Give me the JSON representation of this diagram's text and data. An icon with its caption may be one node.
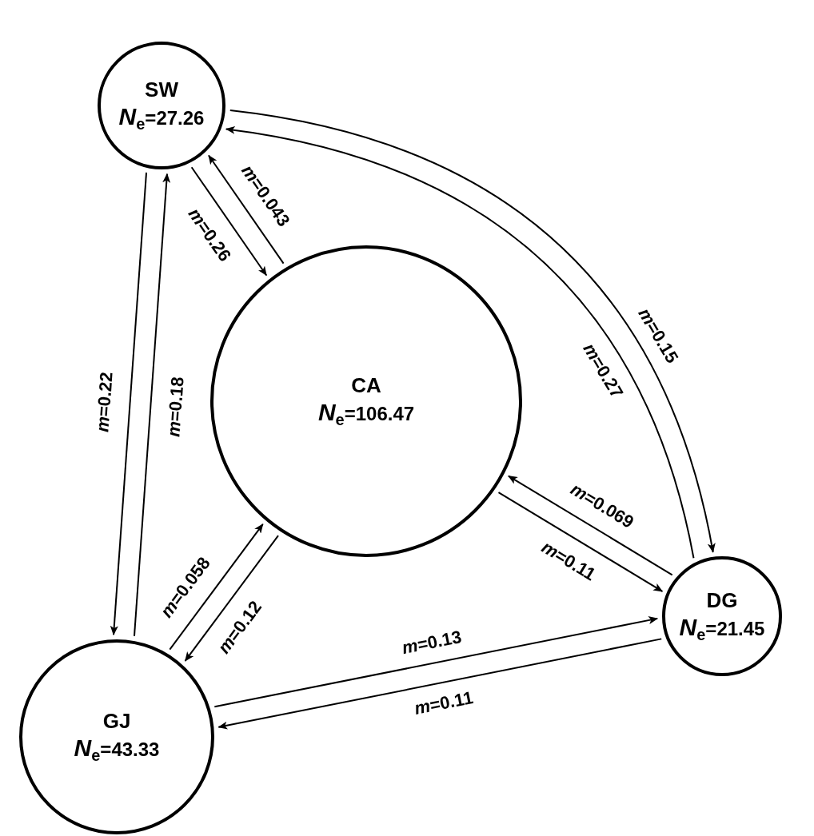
{
  "diagram": {
    "nodes": [
      {
        "text": [
          "SW",
          "*N*$_{e}$=27.26"
        ]
      },
      {
        "text": [
          "CA",
          "*N*$_{e}$=106.47"
        ]
      },
      {
        "text": [
          "DG",
          "*N*$_{e}$=21.45"
        ]
      },
      {
        "text": [
          "GJ",
          "*N*$_{e}$=43.33"
        ]
      }
    ],
    "edges": [
      {
        "from": 0,
        "to": 1,
        "arrow": "to",
        "label": "*m*=0.26"
      },
      {
        "from": 1,
        "to": 0,
        "arrow": "to",
        "label": "*m*=0.043"
      },
      {
        "from": 0,
        "to": 3,
        "arrow": "to",
        "label": "*m*=0.22"
      },
      {
        "from": 3,
        "to": 0,
        "arrow": "to",
        "label": "*m*=0.18"
      },
      {
        "from": 0,
        "to": 2,
        "arrow": "to",
        "label": "*m*=0.15"
      },
      {
        "from": 2,
        "to": 0,
        "arrow": "to",
        "label": "*m*=0.27"
      },
      {
        "from": 2,
        "to": 1,
        "arrow": "to",
        "label": "*m*=0.069"
      },
      {
        "from": 1,
        "to": 2,
        "arrow": "to",
        "label": "*m*=0.11"
      },
      {
        "from": 3,
        "to": 1,
        "arrow": "to",
        "label": "*m*=0.058"
      },
      {
        "from": 1,
        "to": 3,
        "arrow": "to",
        "label": "*m*=0.12"
      },
      {
        "from": 3,
        "to": 2,
        "arrow": "to",
        "label": "*m*=0.13"
      },
      {
        "from": 2,
        "to": 3,
        "arrow": "to",
        "label": "*m*=0.11"
      }
    ]
  }
}
